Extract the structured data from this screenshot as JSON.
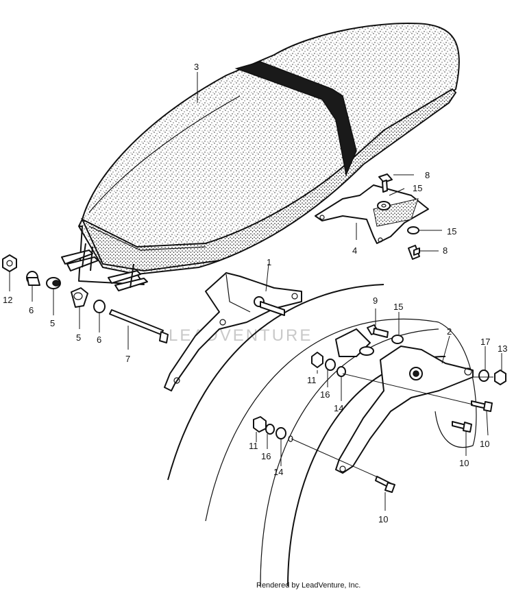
{
  "watermark": "LEADVENTURE",
  "credit": "Rendered by LeadVenture, Inc.",
  "callouts": [
    {
      "id": "c3",
      "label": "3"
    },
    {
      "id": "c8a",
      "label": "8"
    },
    {
      "id": "c15a",
      "label": "15"
    },
    {
      "id": "c4",
      "label": "4"
    },
    {
      "id": "c15b",
      "label": "15"
    },
    {
      "id": "c8b",
      "label": "8"
    },
    {
      "id": "c1",
      "label": "1"
    },
    {
      "id": "c12",
      "label": "12"
    },
    {
      "id": "c6a",
      "label": "6"
    },
    {
      "id": "c5a",
      "label": "5"
    },
    {
      "id": "c5b",
      "label": "5"
    },
    {
      "id": "c6b",
      "label": "6"
    },
    {
      "id": "c7",
      "label": "7"
    },
    {
      "id": "c9",
      "label": "9"
    },
    {
      "id": "c15c",
      "label": "15"
    },
    {
      "id": "c2",
      "label": "2"
    },
    {
      "id": "c17",
      "label": "17"
    },
    {
      "id": "c13",
      "label": "13"
    },
    {
      "id": "c11a",
      "label": "11"
    },
    {
      "id": "c16a",
      "label": "16"
    },
    {
      "id": "c14a",
      "label": "14"
    },
    {
      "id": "c10a",
      "label": "10"
    },
    {
      "id": "c10b",
      "label": "10"
    },
    {
      "id": "c11b",
      "label": "11"
    },
    {
      "id": "c16b",
      "label": "16"
    },
    {
      "id": "c14b",
      "label": "14"
    },
    {
      "id": "c10c",
      "label": "10"
    }
  ]
}
